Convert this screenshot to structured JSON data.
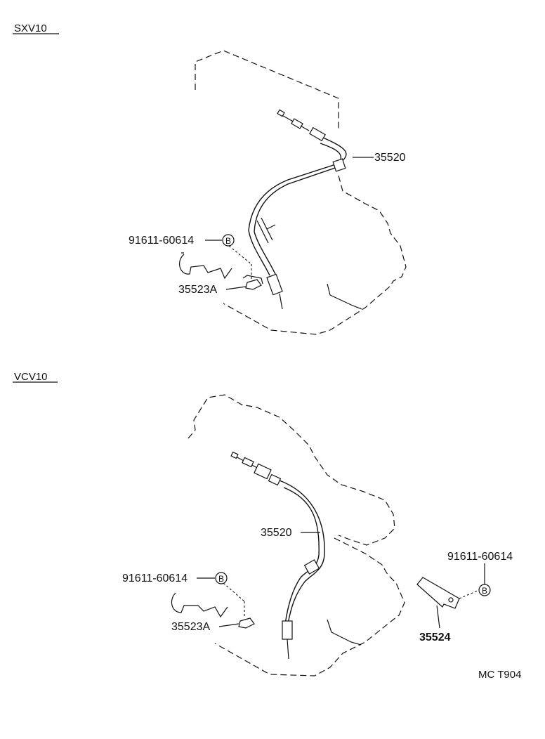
{
  "sections": {
    "top": {
      "label": "SXV10"
    },
    "bottom": {
      "label": "VCV10"
    }
  },
  "parts": {
    "cable_top": "35520",
    "bolt_top": "91611-60614",
    "bolt_top_ref": "B",
    "bracket_top": "35523A",
    "cable_bottom": "35520",
    "bolt_bottom_left": "91611-60614",
    "bolt_bottom_left_ref": "B",
    "bracket_bottom": "35523A",
    "bolt_bottom_right": "91611-60614",
    "bolt_bottom_right_ref": "B",
    "clamp_bottom": "35524"
  },
  "footer": {
    "code": "MC T904"
  }
}
